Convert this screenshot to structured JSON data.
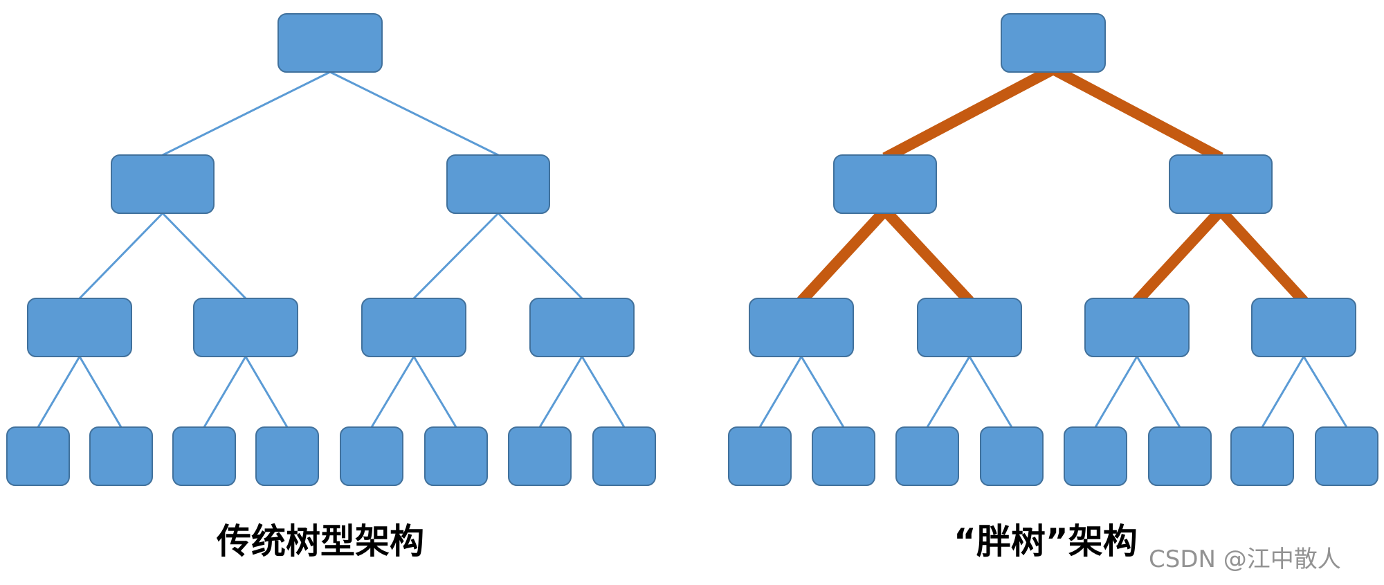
{
  "diagrams": [
    {
      "caption": "传统树型架构",
      "highlight_color": null,
      "node_color": "#5b9bd5",
      "edge_color": "#5b9bd5",
      "levels": [
        1,
        2,
        4,
        8
      ]
    },
    {
      "caption": "“胖树”架构",
      "highlight_color": "#c55a11",
      "node_color": "#5b9bd5",
      "edge_color": "#5b9bd5",
      "levels": [
        1,
        2,
        4,
        8
      ]
    }
  ],
  "watermark": "CSDN @江中散人"
}
